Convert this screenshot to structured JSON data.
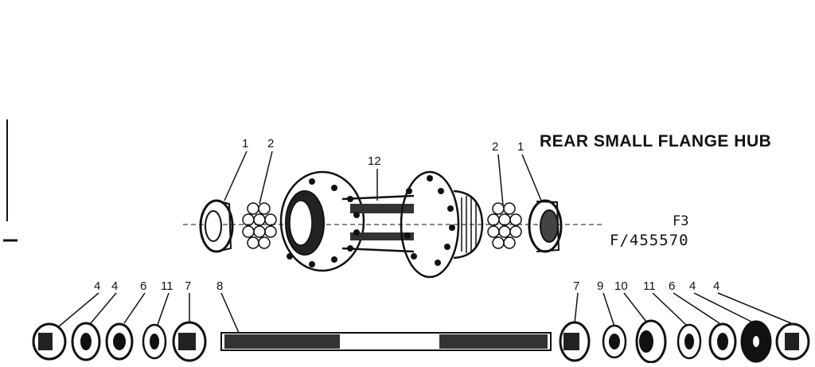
{
  "title": "REAR SMALL FLANGE HUB",
  "codes": [
    "F3",
    "F/455570"
  ],
  "callouts_top": [
    "1",
    "2",
    "12",
    "2",
    "1"
  ],
  "callouts_bottom": [
    "4",
    "4",
    "6",
    "11",
    "7",
    "8",
    "7",
    "9",
    "10",
    "11",
    "6",
    "4",
    "4"
  ],
  "colors": {
    "ink": "#111111",
    "paper": "#ffffff"
  }
}
